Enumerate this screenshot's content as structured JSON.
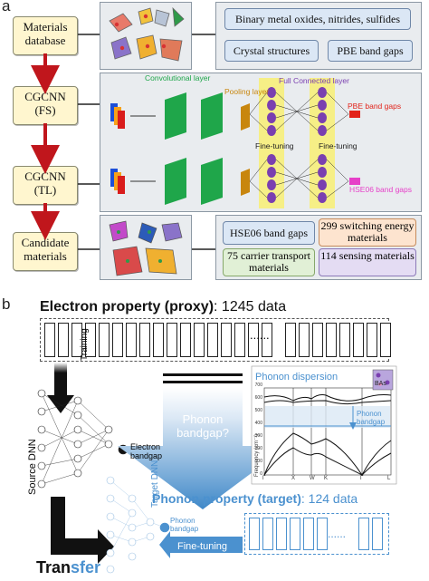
{
  "panel_a": {
    "letter": "a",
    "steps": [
      "Materials database",
      "CGCNN (FS)",
      "CGCNN (TL)",
      "Candidate materials"
    ],
    "database_items": [
      "Binary metal oxides, nitrides, sulfides",
      "Crystal structures",
      "PBE band gaps"
    ],
    "network": {
      "conv_label": "Convolutional layer",
      "pool_label": "Pooling layer",
      "fc_label": "Full Connected layer",
      "finetune_label_1": "Fine-tuning",
      "finetune_label_2": "Fine-tuning",
      "pbe_output": "PBE band gaps",
      "hse_output": "HSE06 band gaps"
    },
    "candidates": [
      "HSE06 band gaps",
      "299 switching energy materials",
      "75 carrier transport materials",
      "114 sensing materials"
    ],
    "colors": {
      "step_fill": "#fff6cf",
      "arrow": "#c0161c",
      "conv": "#1fa64a",
      "pool": "#c8860e",
      "fc_node": "#7a3fb0",
      "highlight": "#f7f07a"
    }
  },
  "panel_b": {
    "letter": "b",
    "electron_title": "Electron property (proxy)",
    "electron_count": ": 1245 data",
    "ellipsis_top": "......",
    "ellipsis_bottom": "......",
    "training_label": "Training",
    "source_dnn_label": "Source DNN",
    "electron_bandgap_label": "Electron bandgap",
    "phonon_bandgap_question": "Phonon bandgap?",
    "dispersion_title": "Phonon dispersion",
    "dispersion_band_label": "Phonon bandgap",
    "dispersion_material": "BAs",
    "dispersion_ylabel": "Frequency (cm⁻¹)",
    "dispersion_yticks": [
      "0",
      "100",
      "200",
      "300",
      "400",
      "500",
      "600",
      "700"
    ],
    "dispersion_xticks": [
      "Γ",
      "X",
      "W",
      "K",
      "Γ",
      "L"
    ],
    "phonon_title": "Phonon property (target)",
    "phonon_count": ": 124 data",
    "target_dnn_label": "Target DNN",
    "phonon_bandgap_label": "Phonon bandgap",
    "finetune_label": "Fine-tuning",
    "transfer_black": "Tran",
    "transfer_blue": "sfer",
    "colors": {
      "blue": "#4b91cf",
      "dark": "#111111"
    }
  }
}
